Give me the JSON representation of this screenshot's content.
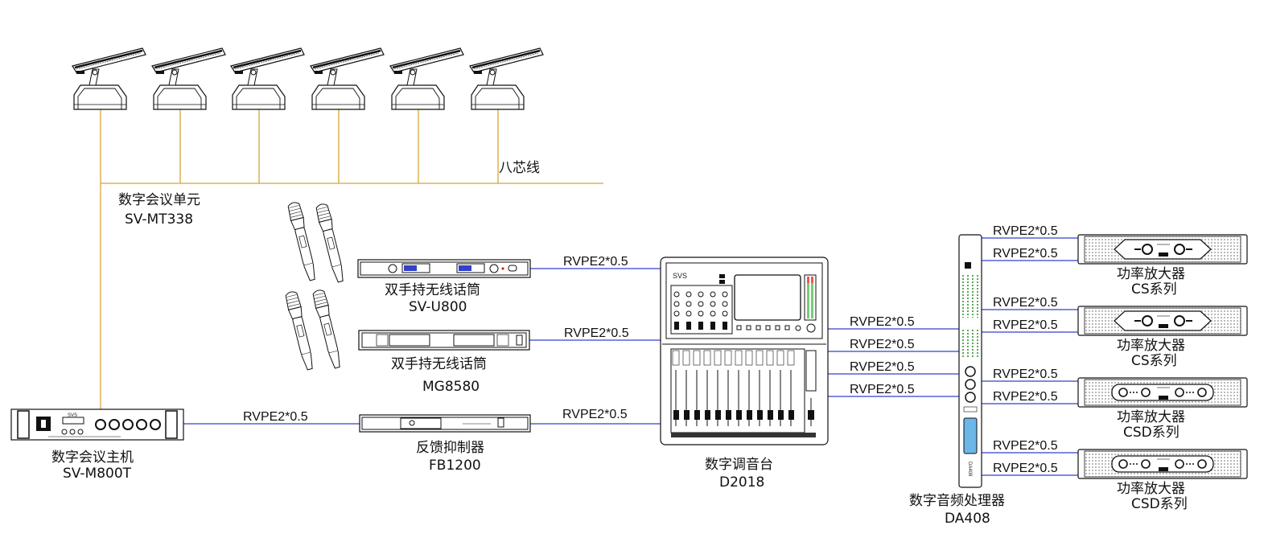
{
  "colors": {
    "eight_core_wire": "#d8a43a",
    "audio_wire": "#3340cc",
    "device_outline": "#111111",
    "dsp_screen": "#6cb6e8"
  },
  "conference_units": {
    "count": 6,
    "name": "数字会议单元",
    "model": "SV-MT338",
    "bus_label": "八芯线"
  },
  "host": {
    "name": "数字会议主机",
    "model": "SV-M800T",
    "brand": "SVS"
  },
  "wireless_1": {
    "name": "双手持无线话筒",
    "model": "SV-U800"
  },
  "wireless_2": {
    "name": "双手持无线话筒",
    "model": "MG8580"
  },
  "feedback": {
    "name": "反馈抑制器",
    "model": "FB1200"
  },
  "mixer": {
    "name": "数字调音台",
    "model": "D2018",
    "brand": "SVS"
  },
  "dsp": {
    "name": "数字音频处理器",
    "model": "DA408"
  },
  "amplifiers": [
    {
      "name": "功率放大器",
      "series": "CS系列"
    },
    {
      "name": "功率放大器",
      "series": "CS系列"
    },
    {
      "name": "功率放大器",
      "series": "CSD系列"
    },
    {
      "name": "功率放大器",
      "series": "CSD系列"
    }
  ],
  "cable": "RVPE2*0.5"
}
